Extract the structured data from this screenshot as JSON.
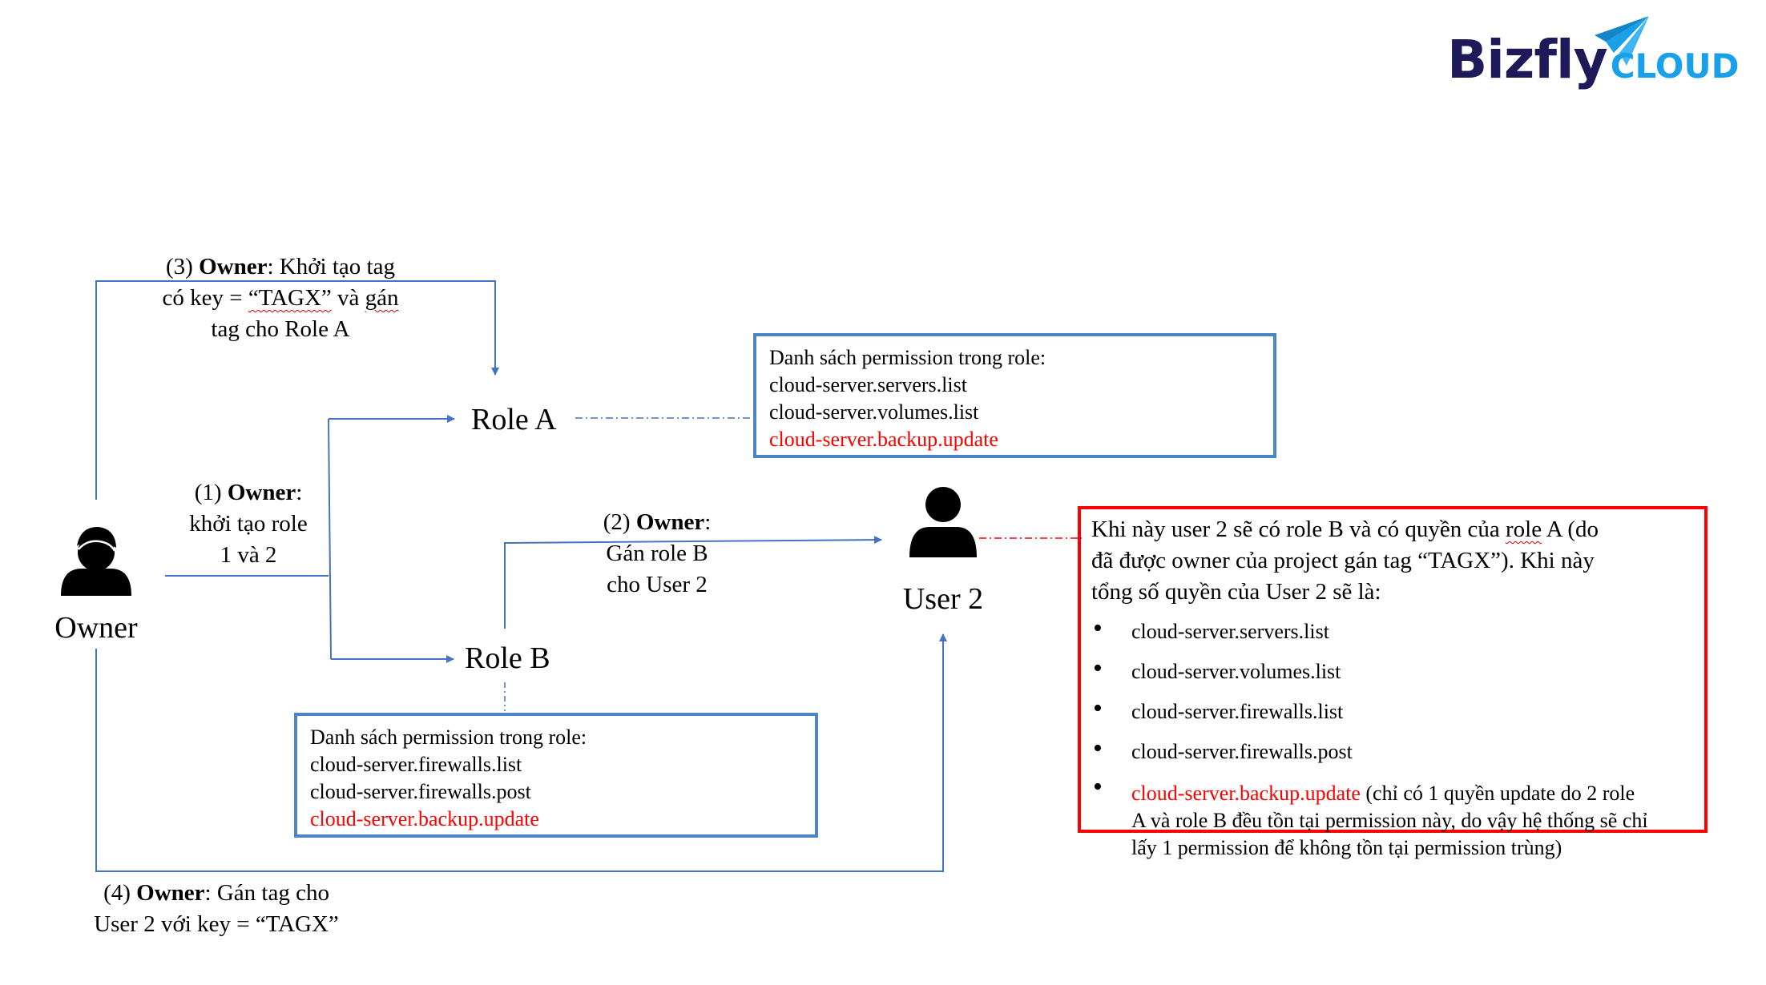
{
  "logo": {
    "word1": "Bizfly",
    "word2": "CLOUD",
    "color1": "#1e1a5a",
    "color2": "#1aa0e8"
  },
  "actors": {
    "owner": {
      "label": "Owner"
    },
    "user2": {
      "label": "User 2"
    }
  },
  "roles": {
    "a": {
      "label": "Role A"
    },
    "b": {
      "label": "Role B"
    }
  },
  "steps": {
    "step1": {
      "prefix": "(1) ",
      "actor": "Owner",
      "suffix": ":",
      "line2": "khởi tạo role",
      "line3": "1 và 2"
    },
    "step2": {
      "prefix": "(2) ",
      "actor": "Owner",
      "suffix": ":",
      "line2": "Gán role B",
      "line3": "cho User 2"
    },
    "step3": {
      "prefix": "(3) ",
      "actor": "Owner",
      "suffix": ": Khởi tạo tag",
      "line2a": "có key = ",
      "line2b": "“TAGX”",
      "line2c": " và ",
      "line2d": "gán",
      "line3": "tag cho Role A"
    },
    "step4": {
      "prefix": "(4) ",
      "actor": "Owner",
      "suffix": ": Gán tag cho",
      "line2": "User 2 với key = “TAGX”"
    }
  },
  "role_a_box": {
    "title": "Danh sách permission trong role:",
    "perms": [
      "cloud-server.servers.list",
      "cloud-server.volumes.list"
    ],
    "highlight_perm": "cloud-server.backup.update"
  },
  "role_b_box": {
    "title": "Danh sách permission trong role:",
    "perms": [
      "cloud-server.firewalls.list",
      "cloud-server.firewalls.post"
    ],
    "highlight_perm": "cloud-server.backup.update"
  },
  "result_box": {
    "line1a": "Khi này user 2 sẽ có role B và có quyền của ",
    "line1b": "role",
    "line1c": " A (do",
    "line2": "đã được owner của project gán tag “TAGX”). Khi này",
    "line3": "tổng số quyền của User 2 sẽ là:",
    "bullets": [
      "cloud-server.servers.list",
      "cloud-server.volumes.list",
      "cloud-server.firewalls.list",
      "cloud-server.firewalls.post"
    ],
    "last_bullet_red": "cloud-server.backup.update",
    "last_bullet_note1": " (chỉ có 1 quyền update do 2 role",
    "last_bullet_note2": "A và role B đều tồn tại permission này, do vậy hệ thống sẽ chỉ",
    "last_bullet_note3": "lấy 1 permission để không tồn tại permission trùng)"
  },
  "colors": {
    "arrow": "#4472c4",
    "box_border": "#4a86c6",
    "highlight": "#ff0000"
  }
}
